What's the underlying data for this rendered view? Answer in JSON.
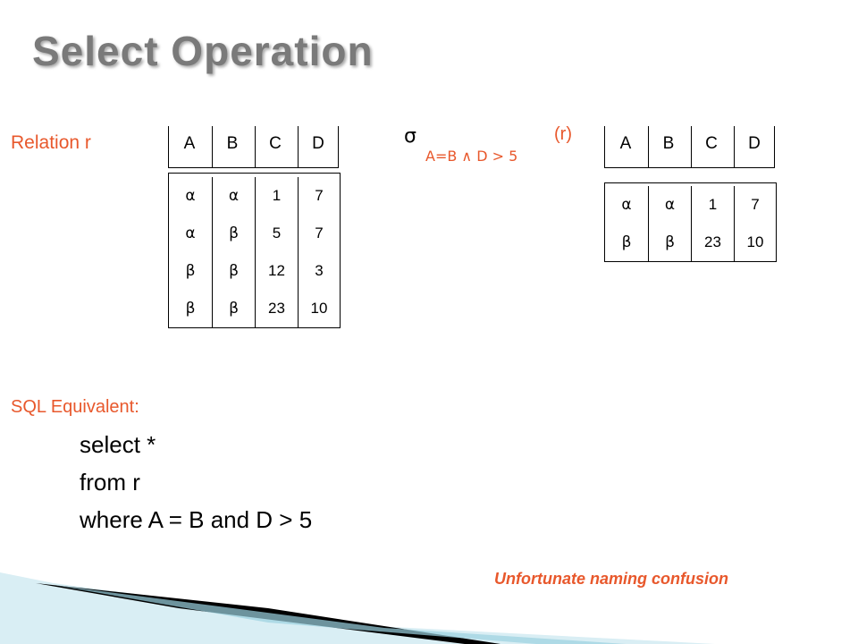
{
  "slide": {
    "title": "Select Operation"
  },
  "relation": {
    "label": "Relation r",
    "columns": [
      "A",
      "B",
      "C",
      "D"
    ],
    "rows": [
      [
        "α",
        "α",
        "1",
        "7"
      ],
      [
        "α",
        "β",
        "5",
        "7"
      ],
      [
        "β",
        "β",
        "12",
        "3"
      ],
      [
        "β",
        "β",
        "23",
        "10"
      ]
    ]
  },
  "selection": {
    "symbol": "σ",
    "predicate": "A=B ∧ D > 5",
    "argument": "(r)"
  },
  "result": {
    "columns": [
      "A",
      "B",
      "C",
      "D"
    ],
    "rows": [
      [
        "α",
        "α",
        "1",
        "7"
      ],
      [
        "β",
        "β",
        "23",
        "10"
      ]
    ]
  },
  "sql": {
    "label": "SQL Equivalent:",
    "line1": "select *",
    "line2": "from r",
    "line3": "where A = B and D > 5"
  },
  "note": "Unfortunate naming confusion",
  "colors": {
    "accent": "#e8582c",
    "title": "#7a7a7a"
  }
}
